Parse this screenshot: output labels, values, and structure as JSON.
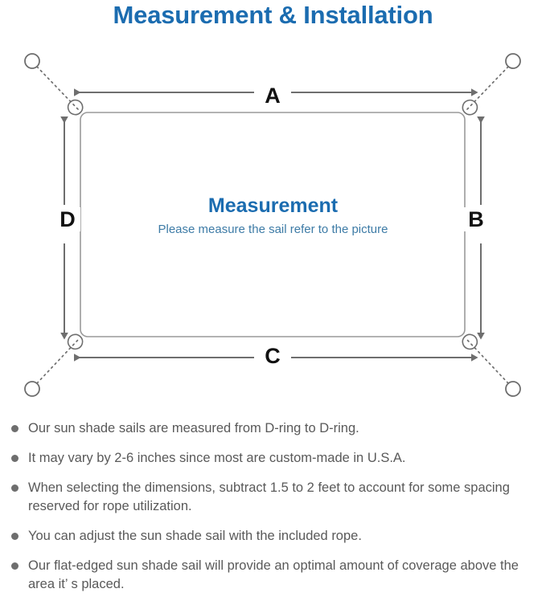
{
  "header": {
    "title": "Measurement & Installation",
    "title_color": "#1b6cb0"
  },
  "diagram": {
    "center_title": "Measurement",
    "center_subtitle": "Please measure the sail refer to the picture",
    "center_title_color": "#1b6cb0",
    "center_subtitle_color": "#3d7ba6",
    "line_color": "#6e6e6e",
    "sail_border_color": "#9a9a9a",
    "dimension_labels": {
      "top": "A",
      "right": "B",
      "bottom": "C",
      "left": "D"
    },
    "icons": {
      "anchor_point": "anchor-circle-icon",
      "corner_ring": "d-ring-icon",
      "connector": "dotted-rope-line",
      "dimension_arrow": "double-headed-arrow"
    }
  },
  "notes": {
    "bullet_color": "#6e6e6e",
    "items": [
      "Our sun shade sails are measured from D-ring to D-ring.",
      "It may vary by 2-6 inches since most are custom-made in U.S.A.",
      "When selecting the dimensions, subtract 1.5 to 2 feet to account for some spacing reserved for rope utilization.",
      "You can adjust the sun shade sail with the included rope.",
      "Our flat-edged sun shade sail will provide an optimal amount of coverage above the area it’ s placed."
    ]
  }
}
